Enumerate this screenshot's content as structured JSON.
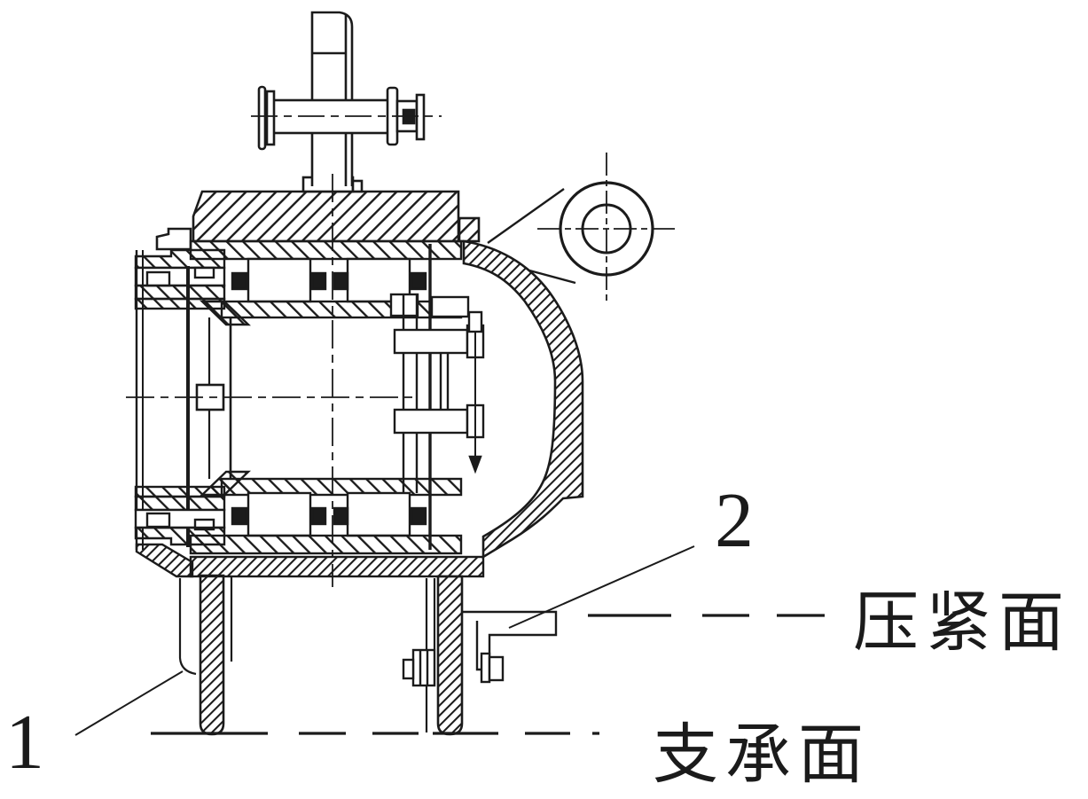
{
  "drawing": {
    "callouts": {
      "part1": "1",
      "part2": "2"
    },
    "surface_labels": {
      "pressing": "压紧面",
      "supporting": "支承面"
    },
    "colors": {
      "line": "#1b1b1b",
      "background": "#ffffff"
    }
  }
}
